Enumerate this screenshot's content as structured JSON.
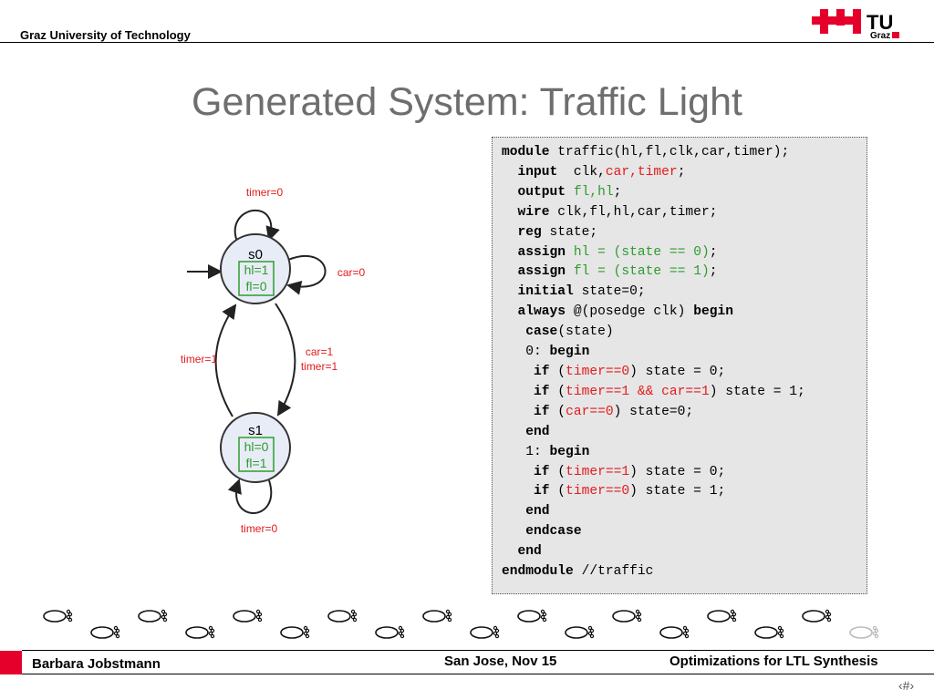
{
  "header": {
    "university": "Graz University of Technology",
    "logo_text": "TU",
    "logo_sub": "Graz"
  },
  "slide": {
    "title": "Generated System: Traffic Light"
  },
  "diagram": {
    "states": [
      {
        "name": "s0",
        "outputs": [
          "hl=1",
          "fl=0"
        ]
      },
      {
        "name": "s1",
        "outputs": [
          "hl=0",
          "fl=1"
        ]
      }
    ],
    "labels": {
      "s0_self_top": "timer=0",
      "s0_self_right": "car=0",
      "s1_to_s0": "timer=1",
      "s0_to_s1_a": "car=1",
      "s0_to_s1_b": "timer=1",
      "s1_self_bottom": "timer=0"
    }
  },
  "code": {
    "lines": [
      [
        {
          "t": "module",
          "c": "kw"
        },
        {
          "t": " traffic(hl,fl,clk,car,timer);"
        }
      ],
      [
        {
          "t": "  "
        },
        {
          "t": "input",
          "c": "kw"
        },
        {
          "t": "  clk,"
        },
        {
          "t": "car,timer",
          "c": "red"
        },
        {
          "t": ";"
        }
      ],
      [
        {
          "t": "  "
        },
        {
          "t": "output",
          "c": "kw"
        },
        {
          "t": " "
        },
        {
          "t": "fl,hl",
          "c": "green"
        },
        {
          "t": ";"
        }
      ],
      [
        {
          "t": "  "
        },
        {
          "t": "wire",
          "c": "kw"
        },
        {
          "t": " clk,fl,hl,car,timer;"
        }
      ],
      [
        {
          "t": "  "
        },
        {
          "t": "reg",
          "c": "kw"
        },
        {
          "t": " state;"
        }
      ],
      [
        {
          "t": "  "
        },
        {
          "t": "assign",
          "c": "kw"
        },
        {
          "t": " "
        },
        {
          "t": "hl = (state == 0)",
          "c": "green"
        },
        {
          "t": ";"
        }
      ],
      [
        {
          "t": "  "
        },
        {
          "t": "assign",
          "c": "kw"
        },
        {
          "t": " "
        },
        {
          "t": "fl = (state == 1)",
          "c": "green"
        },
        {
          "t": ";"
        }
      ],
      [
        {
          "t": "  "
        },
        {
          "t": "initial",
          "c": "kw"
        },
        {
          "t": " state=0;"
        }
      ],
      [
        {
          "t": "  "
        },
        {
          "t": "always",
          "c": "kw"
        },
        {
          "t": " @(posedge clk) "
        },
        {
          "t": "begin",
          "c": "kw"
        }
      ],
      [
        {
          "t": "   "
        },
        {
          "t": "case",
          "c": "kw"
        },
        {
          "t": "(state)"
        }
      ],
      [
        {
          "t": "   0: "
        },
        {
          "t": "begin",
          "c": "kw"
        }
      ],
      [
        {
          "t": "    "
        },
        {
          "t": "if",
          "c": "kw"
        },
        {
          "t": " ("
        },
        {
          "t": "timer==0",
          "c": "red"
        },
        {
          "t": ") state = 0;"
        }
      ],
      [
        {
          "t": "    "
        },
        {
          "t": "if",
          "c": "kw"
        },
        {
          "t": " ("
        },
        {
          "t": "timer==1 && car==1",
          "c": "red"
        },
        {
          "t": ") state = 1;"
        }
      ],
      [
        {
          "t": "    "
        },
        {
          "t": "if",
          "c": "kw"
        },
        {
          "t": " ("
        },
        {
          "t": "car==0",
          "c": "red"
        },
        {
          "t": ") state=0;"
        }
      ],
      [
        {
          "t": "   "
        },
        {
          "t": "end",
          "c": "kw"
        }
      ],
      [
        {
          "t": "   1: "
        },
        {
          "t": "begin",
          "c": "kw"
        }
      ],
      [
        {
          "t": "    "
        },
        {
          "t": "if",
          "c": "kw"
        },
        {
          "t": " ("
        },
        {
          "t": "timer==1",
          "c": "red"
        },
        {
          "t": ") state = 0;"
        }
      ],
      [
        {
          "t": "    "
        },
        {
          "t": "if",
          "c": "kw"
        },
        {
          "t": " ("
        },
        {
          "t": "timer==0",
          "c": "red"
        },
        {
          "t": ") state = 1;"
        }
      ],
      [
        {
          "t": "   "
        },
        {
          "t": "end",
          "c": "kw"
        }
      ],
      [
        {
          "t": "   "
        },
        {
          "t": "endcase",
          "c": "kw"
        }
      ],
      [
        {
          "t": "  "
        },
        {
          "t": "end",
          "c": "kw"
        }
      ],
      [
        {
          "t": "endmodule",
          "c": "kw"
        },
        {
          "t": " //traffic"
        }
      ]
    ]
  },
  "footer": {
    "author": "Barbara Jobstmann",
    "place_date": "San Jose, Nov 15",
    "talk_title": "Optimizations for LTL Synthesis",
    "page_number": "‹#›"
  },
  "colors": {
    "brand_red": "#e4002b",
    "state_fill": "#e8ecf6",
    "output_green": "#2e9c2e",
    "input_red": "#e41b1b"
  }
}
